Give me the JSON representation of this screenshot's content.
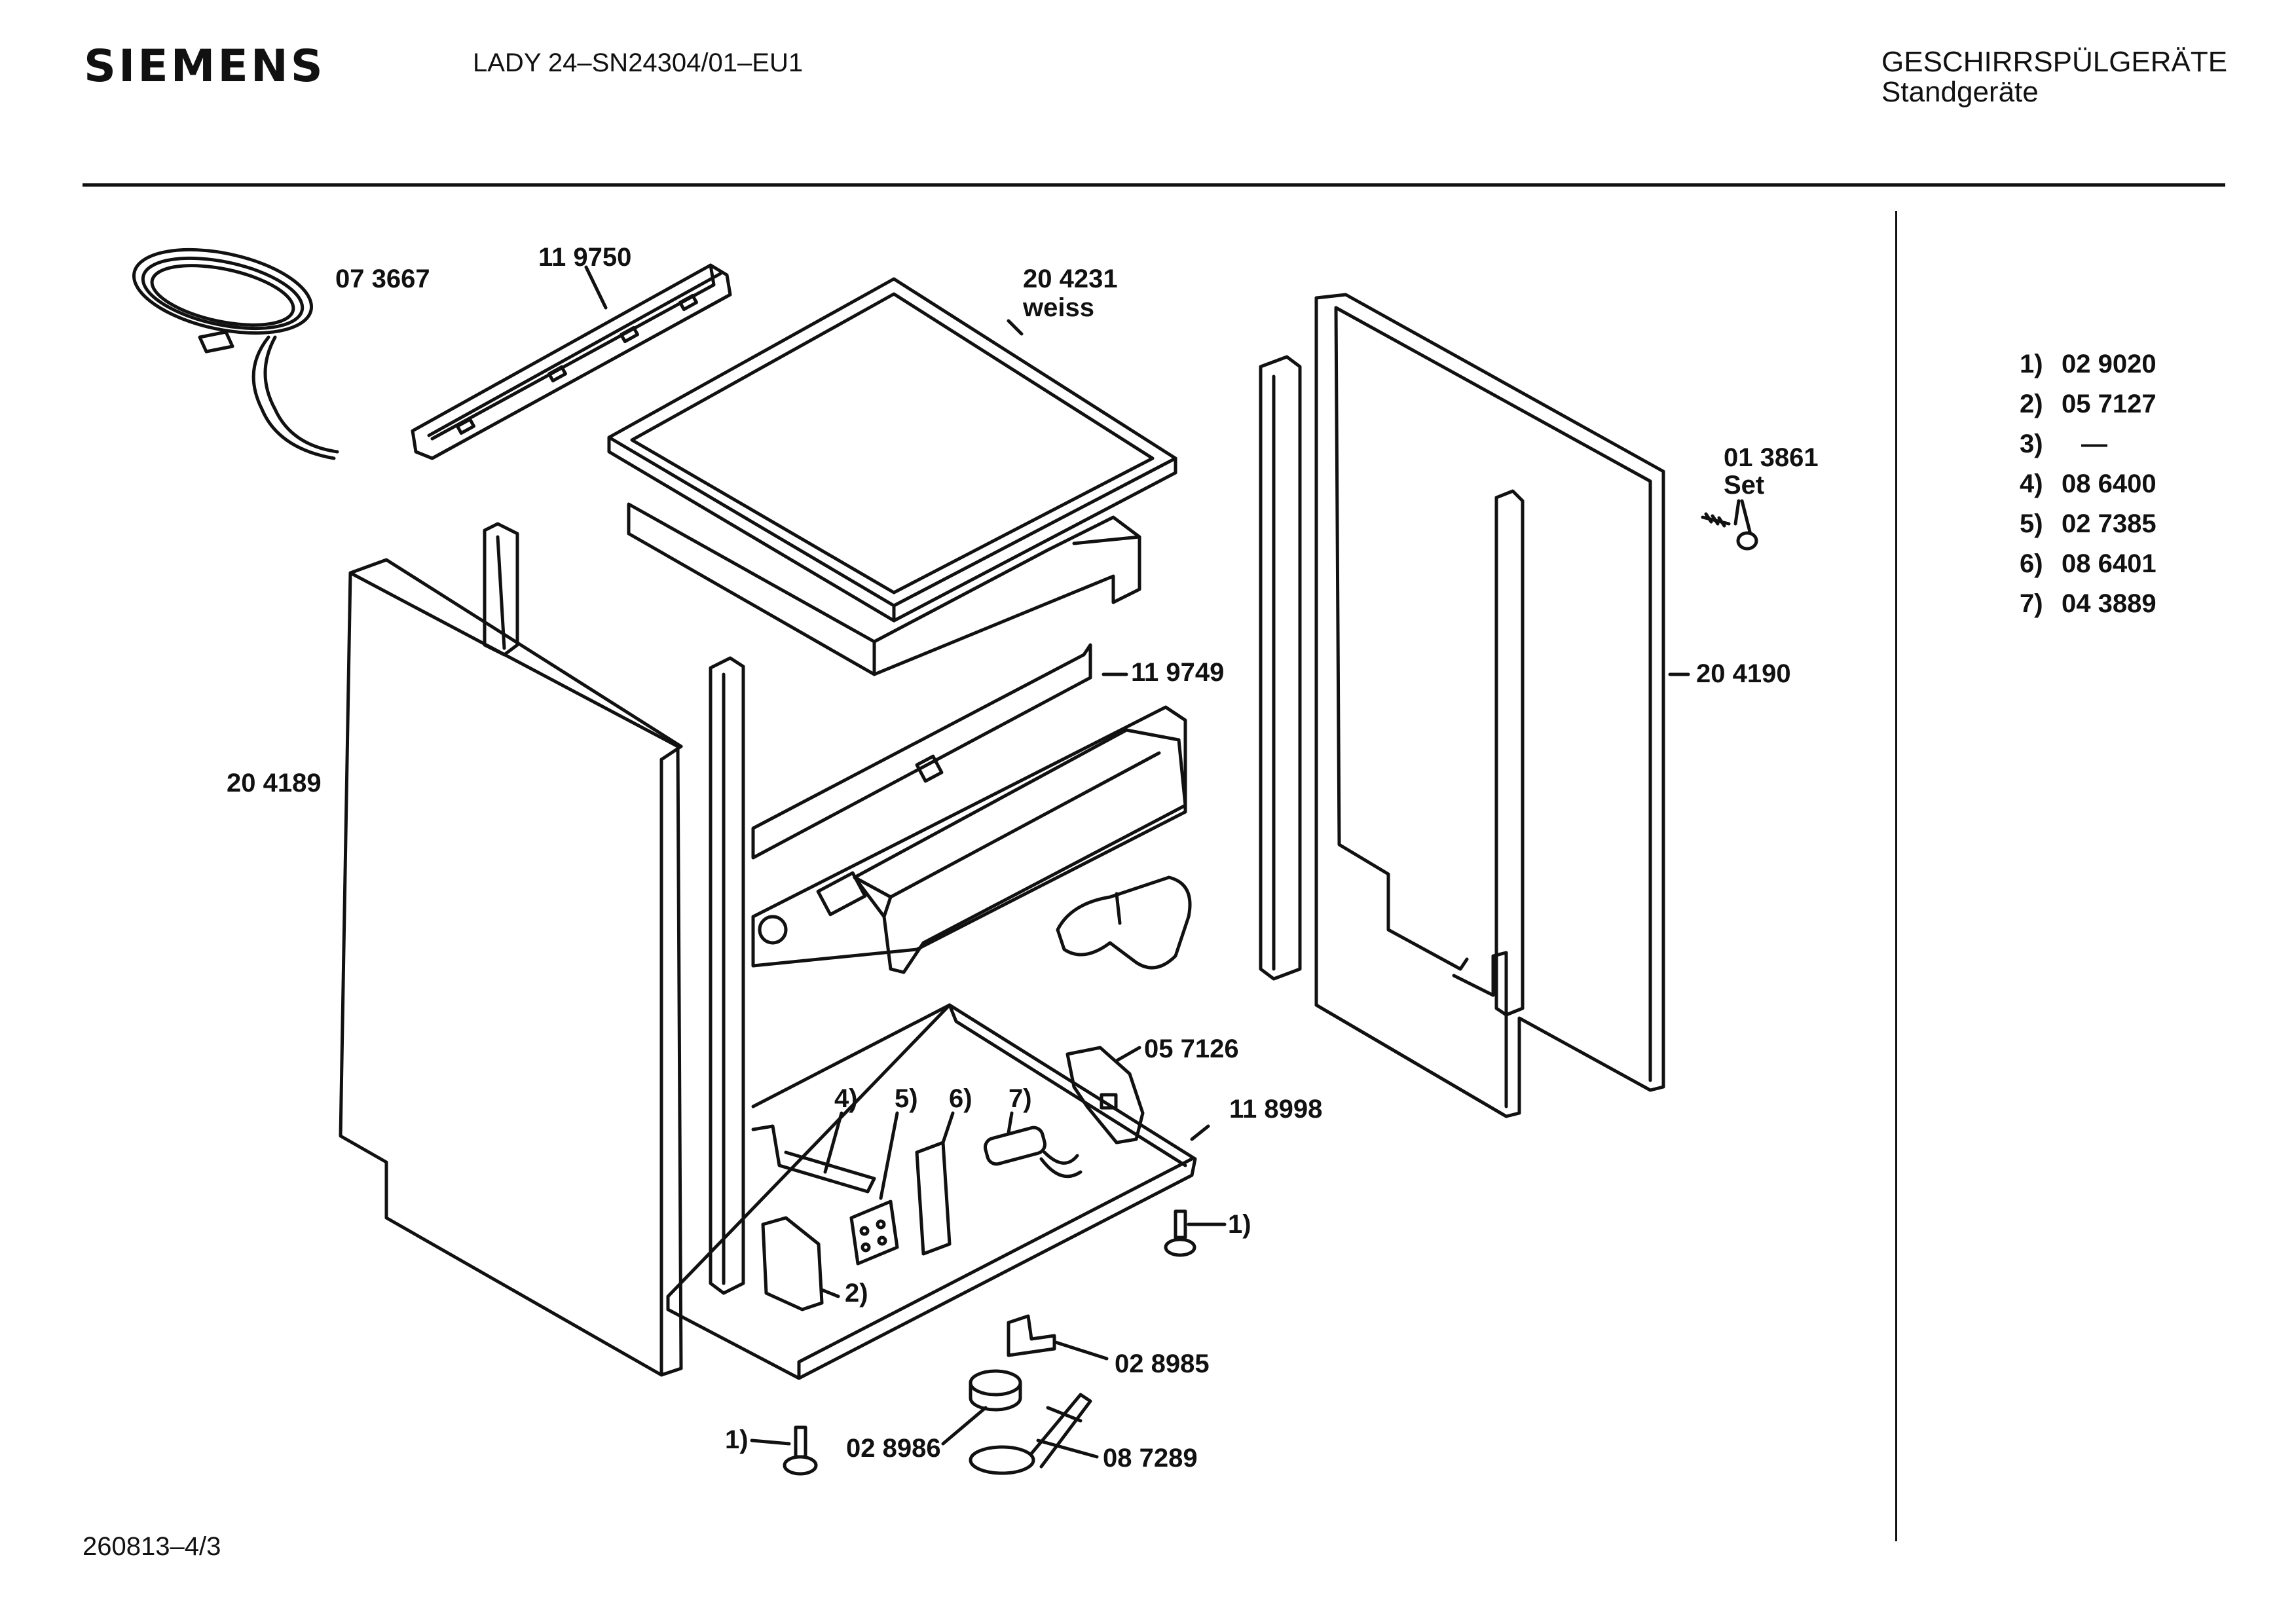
{
  "header": {
    "brand": "SIEMENS",
    "model": "LADY 24–SN24304/01–EU1",
    "category": "GESCHIRRSPÜLGERÄTE",
    "subcategory": "Standgeräte"
  },
  "parts": {
    "cable": "07 3667",
    "rail": "11 9750",
    "top_cover": "20 4231",
    "top_cover_color": "weiss",
    "screw_set": "01 3861",
    "screw_set_note": "Set",
    "front_frame": "11 9749",
    "right_panel": "20 4190",
    "left_panel": "20 4189",
    "bracket": "05 7126",
    "base_plate": "11 8998",
    "lever": "02 8985",
    "cap": "02 8986",
    "float": "08 7289"
  },
  "callouts": {
    "c1a": "1)",
    "c1b": "1)",
    "c2": "2)",
    "c4": "4)",
    "c5": "5)",
    "c6": "6)",
    "c7": "7)"
  },
  "legend": [
    {
      "key": "1)",
      "value": "02 9020"
    },
    {
      "key": "2)",
      "value": "05 7127"
    },
    {
      "key": "3)",
      "value": "—"
    },
    {
      "key": "4)",
      "value": "08 6400"
    },
    {
      "key": "5)",
      "value": "02 7385"
    },
    {
      "key": "6)",
      "value": "08 6401"
    },
    {
      "key": "7)",
      "value": "04 3889"
    }
  ],
  "footer": {
    "drawing_number": "260813–4/3"
  }
}
